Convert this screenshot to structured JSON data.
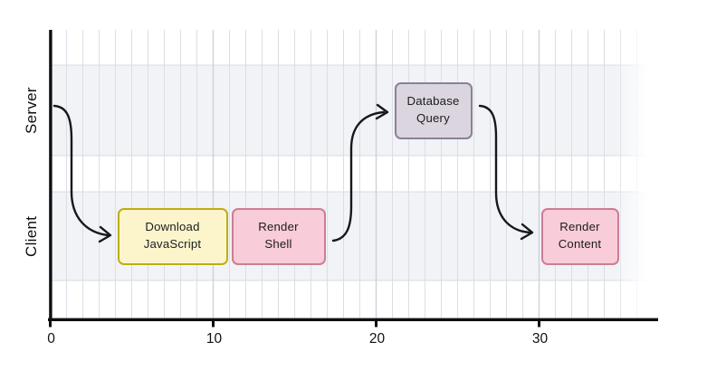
{
  "chart_data": {
    "type": "bar",
    "variant": "gantt-swimlane-timeline",
    "title": "",
    "xlabel": "",
    "ylabel": "",
    "x_axis": {
      "min": 0,
      "max": 37,
      "ticks": [
        "0",
        "10",
        "20",
        "30"
      ],
      "tick_values": [
        0,
        10,
        20,
        30
      ],
      "minor_grid_step": 1,
      "major_grid_step": 10,
      "grid": true
    },
    "lanes": [
      {
        "label": "Server",
        "tasks": [
          {
            "label": "Database Query",
            "label_lines": [
              "Database",
              "Query"
            ],
            "start": 21,
            "end": 26,
            "style": "lavender"
          }
        ]
      },
      {
        "label": "Client",
        "tasks": [
          {
            "label": "Download JavaScript",
            "label_lines": [
              "Download",
              "JavaScript"
            ],
            "start": 4,
            "end": 11,
            "style": "yellow"
          },
          {
            "label": "Render Shell",
            "label_lines": [
              "Render",
              "Shell"
            ],
            "start": 11,
            "end": 17,
            "style": "pink"
          },
          {
            "label": "Render Content",
            "label_lines": [
              "Render",
              "Content"
            ],
            "start": 30,
            "end": 35,
            "style": "pink"
          }
        ]
      }
    ],
    "flows": [
      {
        "from": "timeline-start",
        "to": "Download JavaScript"
      },
      {
        "from": "Render Shell",
        "to": "Database Query"
      },
      {
        "from": "Database Query",
        "to": "Render Content"
      }
    ],
    "colors": {
      "background": "#ffffff",
      "lane_band": "#f1f3f6",
      "band_edge": "#d8dbe2",
      "grid_minor": "#dbdee4",
      "grid_major": "#cdd1da",
      "axis": "#0e0f12",
      "arrow": "#17181c",
      "text": "#17181c",
      "styles": {
        "yellow": {
          "fill": "#fcf5cb",
          "border": "#bfad13"
        },
        "pink": {
          "fill": "#f8ccd8",
          "border": "#cd7d95"
        },
        "lavender": {
          "fill": "#dbd5e0",
          "border": "#8a8294"
        }
      }
    }
  }
}
